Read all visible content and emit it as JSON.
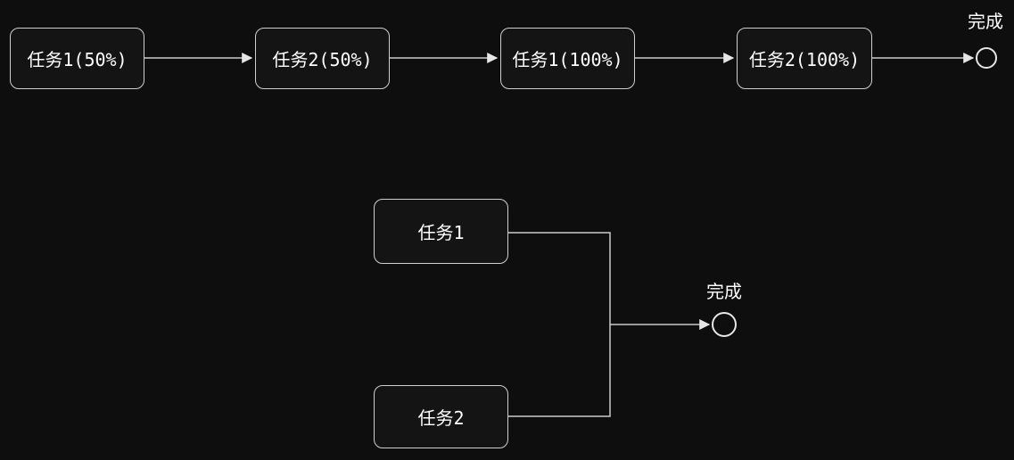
{
  "colors": {
    "background": "#0e0e0e",
    "node_fill": "#141414",
    "node_border": "#cfcfcf",
    "edge": "#cccccc",
    "text": "#ffffff"
  },
  "sequential_flow": {
    "nodes": [
      {
        "id": "task1-50",
        "label": "任务1(50%)"
      },
      {
        "id": "task2-50",
        "label": "任务2(50%)"
      },
      {
        "id": "task1-100",
        "label": "任务1(100%)"
      },
      {
        "id": "task2-100",
        "label": "任务2(100%)"
      }
    ],
    "end": {
      "label": "完成"
    }
  },
  "parallel_flow": {
    "nodes": [
      {
        "id": "task1",
        "label": "任务1"
      },
      {
        "id": "task2",
        "label": "任务2"
      }
    ],
    "end": {
      "label": "完成"
    }
  }
}
